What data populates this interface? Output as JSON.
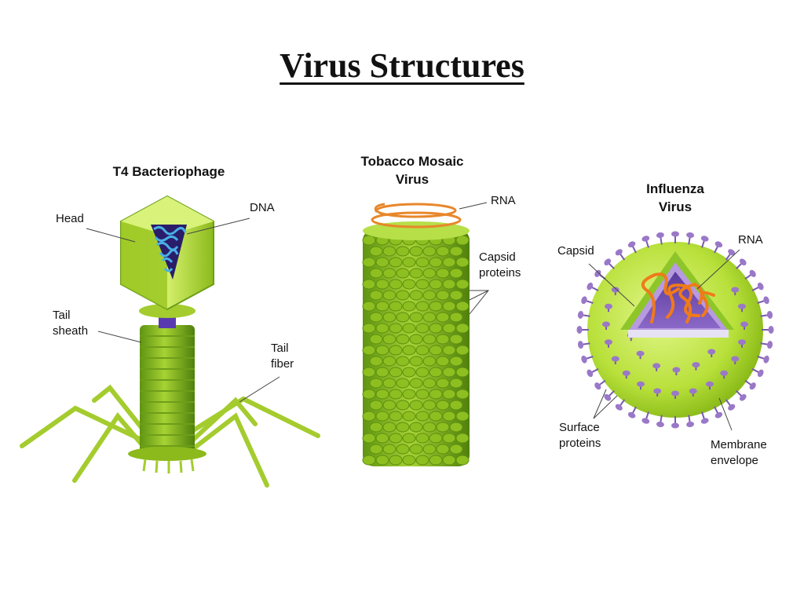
{
  "title": "Virus Structures",
  "viruses": {
    "t4": {
      "name": "T4 Bacteriophage",
      "labels": {
        "head": "Head",
        "dna": "DNA",
        "tail_sheath": "Tail\nsheath",
        "tail_fiber": "Tail\nfiber"
      }
    },
    "tmv": {
      "name": "Tobacco Mosaic\nVirus",
      "labels": {
        "rna": "RNA",
        "capsid_proteins": "Capsid\nproteins"
      }
    },
    "flu": {
      "name": "Influenza\nVirus",
      "labels": {
        "rna": "RNA",
        "capsid": "Capsid",
        "surface_proteins": "Surface\nproteins",
        "membrane_envelope": "Membrane\nenvelope"
      }
    }
  },
  "colors": {
    "green_light": "#c6e84a",
    "green_mid": "#8dbb1e",
    "green_dark": "#5a8a10",
    "dna_blue": "#3aa0d8",
    "rna_orange": "#f07a1a",
    "protein_purple": "#9a78c8",
    "capsid_purple": "#7a55b8"
  }
}
